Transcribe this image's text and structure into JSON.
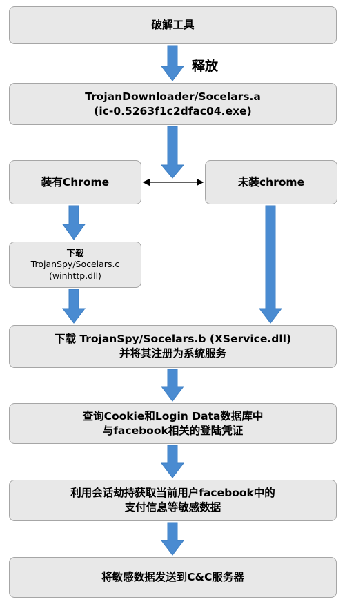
{
  "nodes": {
    "crack_tool": {
      "lines": [
        "破解工具"
      ]
    },
    "downloader": {
      "lines": [
        "TrojanDownloader/Socelars.a",
        "(ic-0.5263f1c2dfac04.exe)"
      ]
    },
    "chrome_installed": {
      "lines": [
        "装有Chrome"
      ]
    },
    "chrome_not_installed": {
      "lines": [
        "未装chrome"
      ]
    },
    "download_c": {
      "lines": [
        "下载",
        "TrojanSpy/Socelars.c",
        "(winhttp.dll)"
      ]
    },
    "download_b": {
      "lines": [
        "下载 TrojanSpy/Socelars.b (XService.dll)",
        "并将其注册为系统服务"
      ]
    },
    "query_cookie": {
      "lines": [
        "查询Cookie和Login Data数据库中",
        "与facebook相关的登陆凭证"
      ]
    },
    "hijack_session": {
      "lines": [
        "利用会话劫持获取当前用户facebook中的",
        "支付信息等敏感数据"
      ]
    },
    "send_cc": {
      "lines": [
        "将敏感数据发送到C&C服务器"
      ]
    }
  },
  "edge_labels": {
    "release": "释放"
  },
  "colors": {
    "box_fill": "#e8e8e8",
    "box_border": "#a6a6a6",
    "arrow_fill": "#4a8bd1",
    "arrow_stroke": "#3d7fc4"
  }
}
